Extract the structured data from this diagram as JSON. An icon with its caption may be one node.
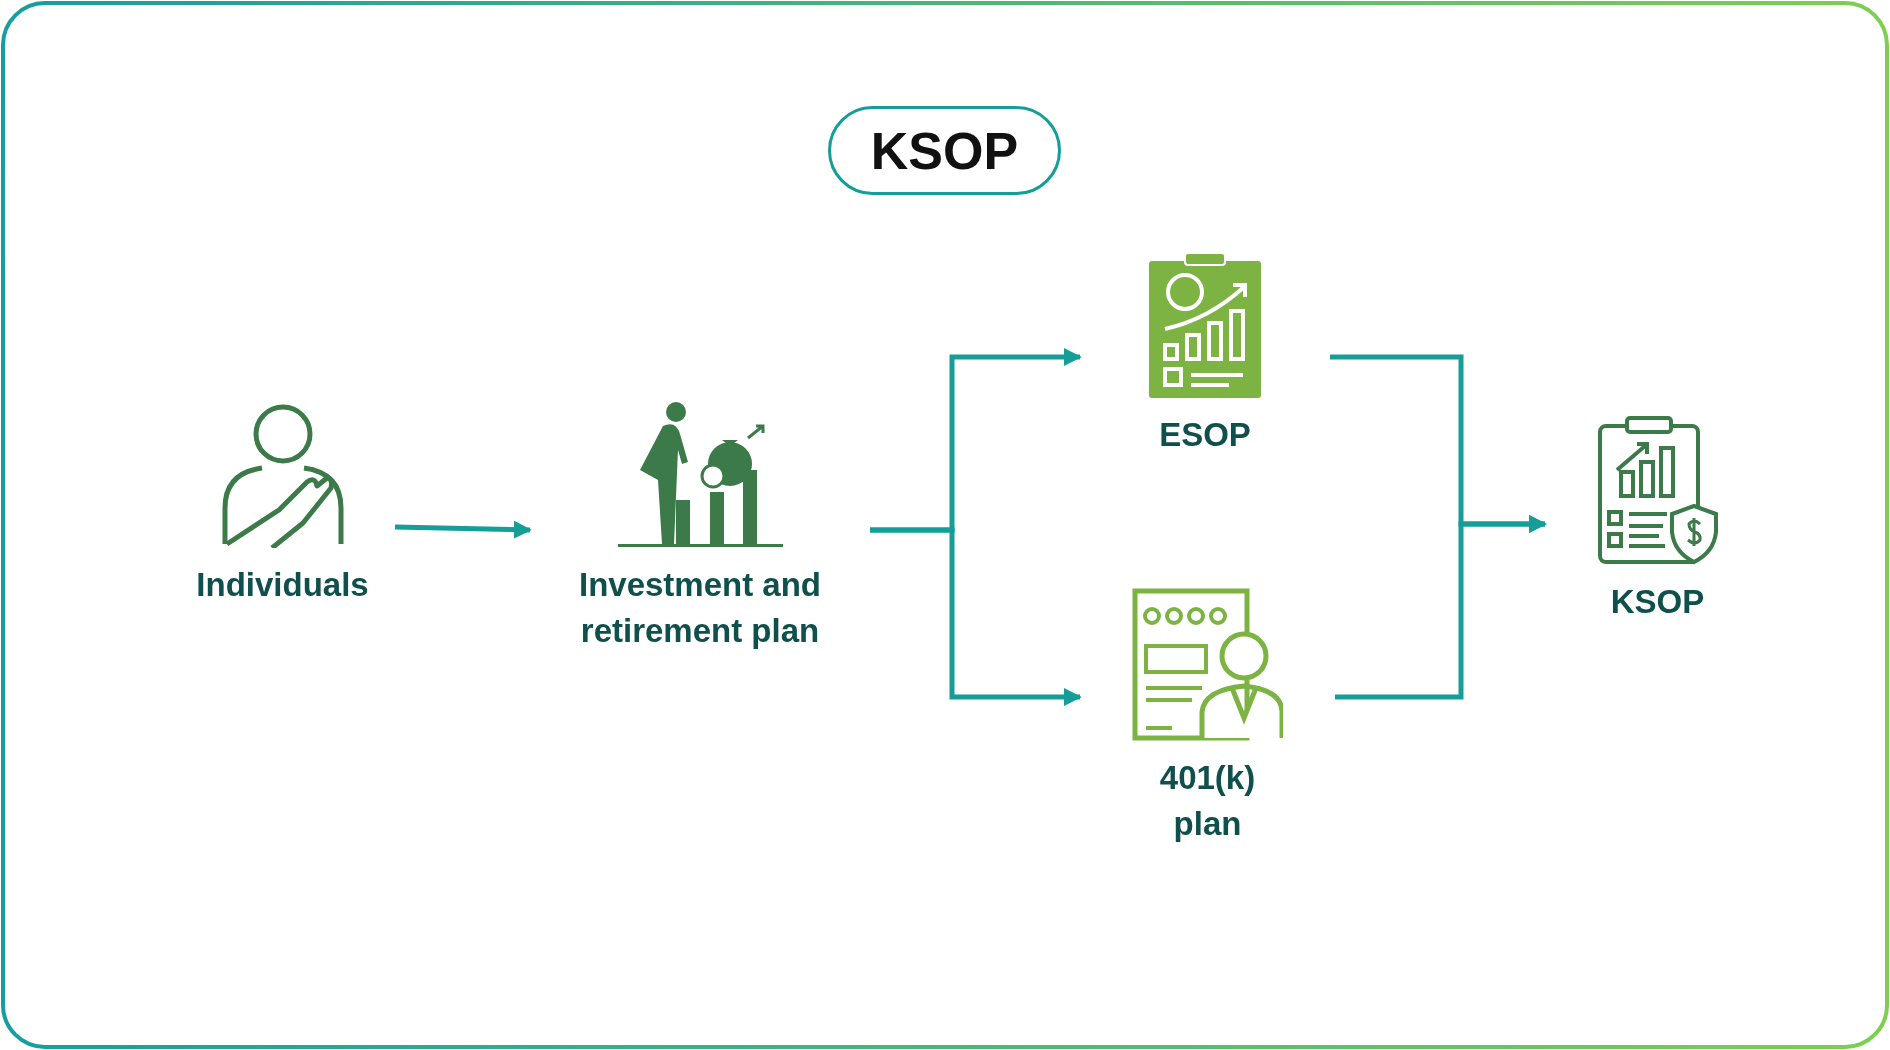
{
  "diagram": {
    "title": "KSOP",
    "nodes": [
      {
        "text": [
          "Individuals"
        ]
      },
      {
        "text": [
          "Investment and retirement plan"
        ]
      },
      {
        "text": [
          "ESOP"
        ]
      },
      {
        "text": [
          "401(k) plan"
        ]
      },
      {
        "text": [
          "KSOP"
        ]
      }
    ],
    "edges": [
      {
        "from": 0,
        "to": 1,
        "arrow": "to"
      },
      {
        "from": 1,
        "to": 2,
        "arrow": "to"
      },
      {
        "from": 1,
        "to": 3,
        "arrow": "to"
      },
      {
        "from": 2,
        "to": 4,
        "arrow": "to"
      },
      {
        "from": 3,
        "to": 4,
        "arrow": "to"
      }
    ]
  }
}
